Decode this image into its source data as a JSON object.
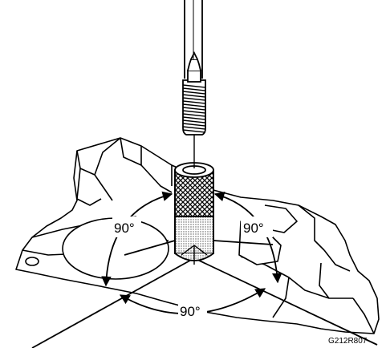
{
  "diagram": {
    "angle_labels": [
      "90°",
      "90°",
      "90°"
    ],
    "figure_code": "G212R807",
    "colors": {
      "ink": "#000000",
      "paper": "#ffffff",
      "stipple": "#bdbdbd"
    },
    "parts": [
      "tap-handle",
      "thread-tap",
      "knurled-guide-sleeve",
      "cylinder-head-casting"
    ]
  }
}
